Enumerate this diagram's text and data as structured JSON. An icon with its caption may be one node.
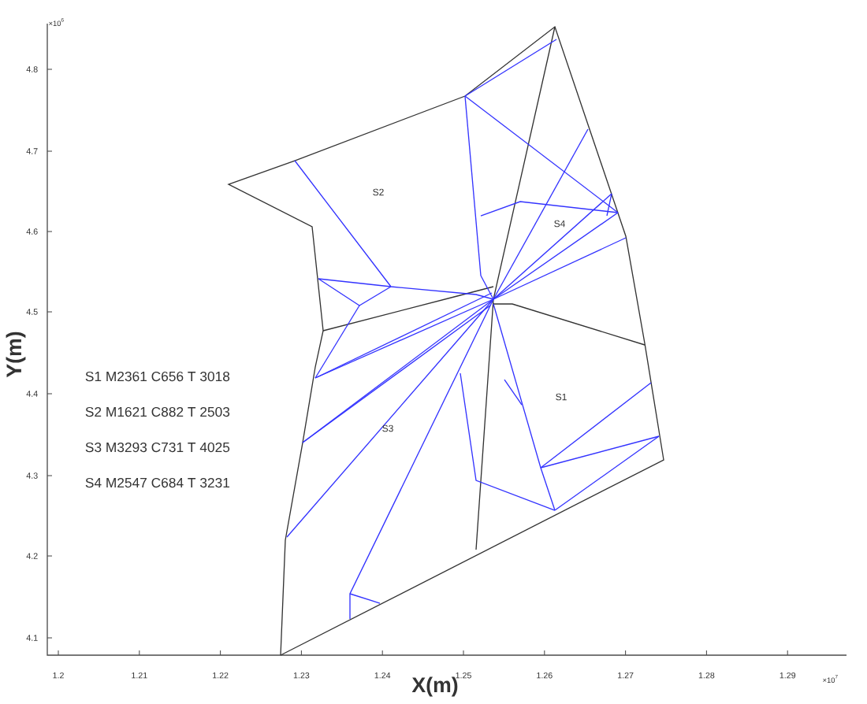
{
  "diagram": {
    "labels": [
      "×10$^{6}$",
      "4.8",
      "4.7",
      "4.6",
      "4.5",
      "4.4",
      "4.3",
      "4.2",
      "4.1",
      "Y(m)",
      "S1  M2361  C656  T  3018",
      "S2  M1621  C882  T  2503",
      "S3  M3293  C731  T  4025",
      "S4  M2547  C684  T  3231",
      "S2",
      "S4",
      "S1",
      "S3",
      "1.2",
      "1.21",
      "1.22",
      "1.23",
      "1.24",
      "1.25",
      "1.26",
      "1.27",
      "1.28",
      "1.29",
      "X(m)",
      "×10$^{7}$"
    ]
  }
}
